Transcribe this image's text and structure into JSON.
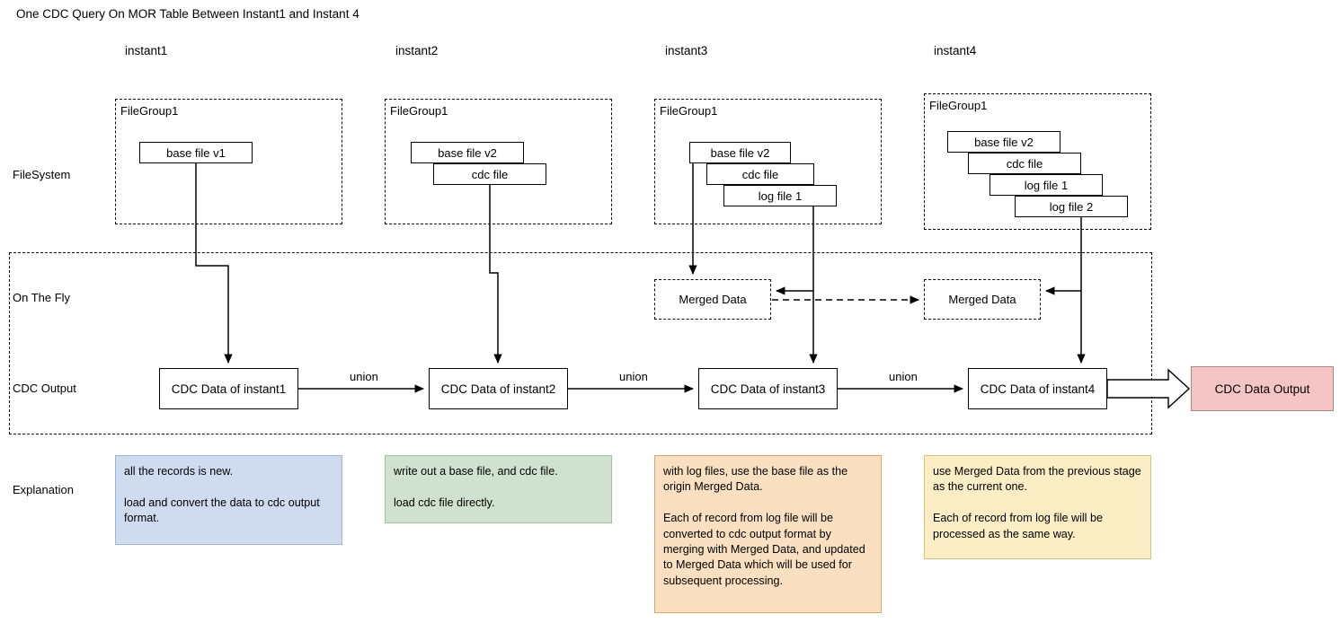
{
  "title": "One CDC Query On MOR Table Between Instant1 and Instant 4",
  "columns": [
    {
      "header": "instant1"
    },
    {
      "header": "instant2"
    },
    {
      "header": "instant3"
    },
    {
      "header": "instant4"
    }
  ],
  "row_labels": {
    "filesystem": "FileSystem",
    "on_the_fly": "On The Fly",
    "cdc_output": "CDC Output",
    "explanation": "Explanation"
  },
  "filegroups": [
    {
      "title": "FileGroup1",
      "files": [
        "base file v1"
      ]
    },
    {
      "title": "FileGroup1",
      "files": [
        "base file v2",
        "cdc file"
      ]
    },
    {
      "title": "FileGroup1",
      "files": [
        "base file v2",
        "cdc file",
        "log file 1"
      ]
    },
    {
      "title": "FileGroup1",
      "files": [
        "base file v2",
        "cdc file",
        "log file 1",
        "log file 2"
      ]
    }
  ],
  "file_labels": {
    "base_v1": "base file v1",
    "base_v2": "base file v2",
    "cdc_file": "cdc file",
    "log_file_1": "log file 1",
    "log_file_2": "log file 2"
  },
  "merged_data": [
    {
      "label": "Merged Data"
    },
    {
      "label": "Merged Data"
    }
  ],
  "cdc_boxes": [
    {
      "label": "CDC Data of instant1"
    },
    {
      "label": "CDC Data of instant2"
    },
    {
      "label": "CDC Data of instant3"
    },
    {
      "label": "CDC Data of instant4"
    }
  ],
  "union_labels": [
    "union",
    "union",
    "union"
  ],
  "output_box": {
    "label": "CDC Data Output"
  },
  "explanations": [
    {
      "text": "all the records is new.\n\nload and convert the data to cdc output format.",
      "color": "#cfdcf0"
    },
    {
      "text": "write out a base file, and cdc file.\n\nload cdc file directly.",
      "color": "#cfe2cf"
    },
    {
      "text": "with log files, use the base file as the origin Merged Data.\n\nEach of record from log file will be converted to cdc output format by merging with Merged Data, and updated to Merged Data which will be used for subsequent processing.",
      "color": "#fadfc0"
    },
    {
      "text": "use Merged Data from the previous stage as the current one.\n\nEach of record from log file will be processed as the same way.",
      "color": "#fbeec4"
    }
  ]
}
